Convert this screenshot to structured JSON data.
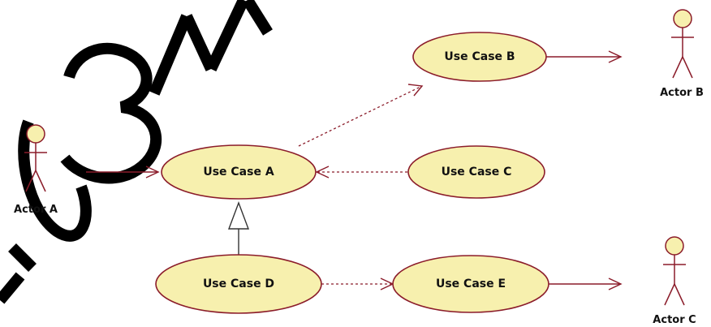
{
  "diagram": {
    "use_cases": {
      "a": "Use Case A",
      "b": "Use Case B",
      "c": "Use Case C",
      "d": "Use Case D",
      "e": "Use Case E"
    },
    "actors": {
      "a": "Actor A",
      "b": "Actor B",
      "c": "Actor C"
    },
    "colors": {
      "use_case_fill": "#f7f0ae",
      "stroke": "#8b1c2a",
      "watermark": "#000000"
    },
    "watermark_text": "ЕПОЗИТ"
  }
}
